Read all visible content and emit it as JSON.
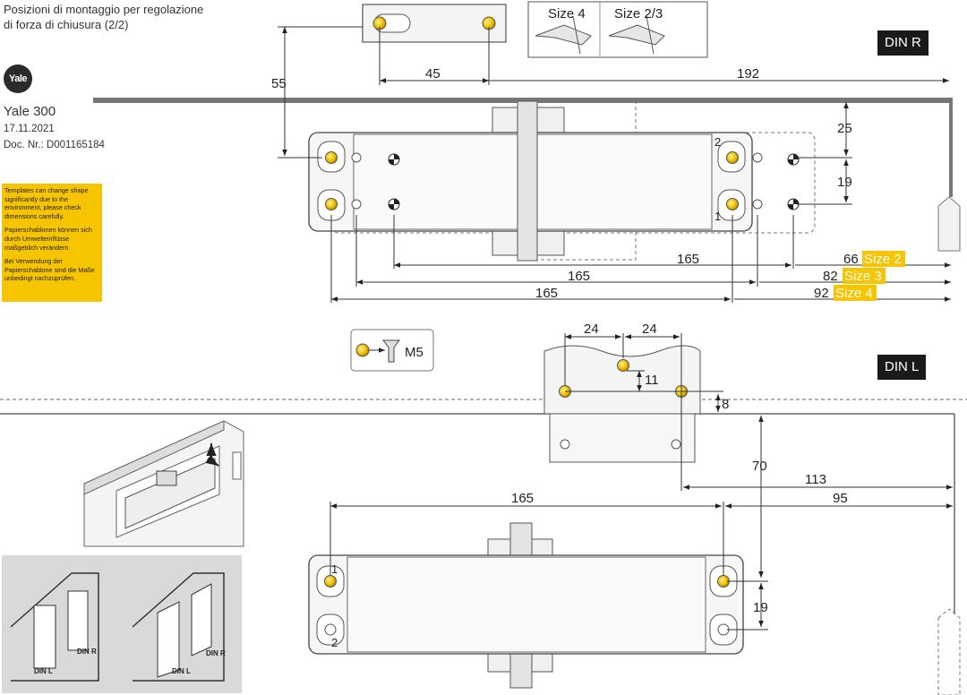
{
  "header": {
    "line1": "Posizioni di montaggio per regolazione",
    "line2": "di forza di chiusura (2/2)"
  },
  "brand": {
    "logo": "Yale",
    "product": "Yale 300",
    "date": "17.11.2021",
    "doc": "Doc. Nr.: D001165184"
  },
  "note": {
    "en": "Templates can change shape significantly due to the environment, please check dimensions carefully.",
    "de1": "Papierschablonen können sich durch Umwelteinflüsse maßgeblich verändern.",
    "de2": "Bei Verwendung der Papierschablone sind die Maße unbedingt nachzuprüfen."
  },
  "badges": {
    "din_r": "DIN R",
    "din_l": "DIN L"
  },
  "sizes": {
    "size4": "Size 4",
    "size23": "Size 2/3",
    "s2": "Size 2",
    "s3": "Size 3",
    "s4": "Size 4"
  },
  "screw": "M5",
  "dims_top": {
    "d55": "55",
    "d45": "45",
    "d192": "192",
    "d25": "25",
    "d19": "19",
    "d165a": "165",
    "d165b": "165",
    "d165c": "165",
    "d66": "66",
    "d82": "82",
    "d92": "92",
    "n1": "1",
    "n2": "2"
  },
  "dims_bottom": {
    "d24a": "24",
    "d24b": "24",
    "d11": "11",
    "d8": "8",
    "d70": "70",
    "d113": "113",
    "d95": "95",
    "d165": "165",
    "d19": "19",
    "n1": "1",
    "n2": "2"
  },
  "illus": {
    "dinr1": "DIN R",
    "dinl1": "DIN L",
    "dinr2": "DIN R",
    "dinl2": "DIN L"
  },
  "colors": {
    "accent": "#f7c400",
    "badge": "#1a1a1a",
    "line": "#333333",
    "gray_panel": "#d9d9d9"
  }
}
